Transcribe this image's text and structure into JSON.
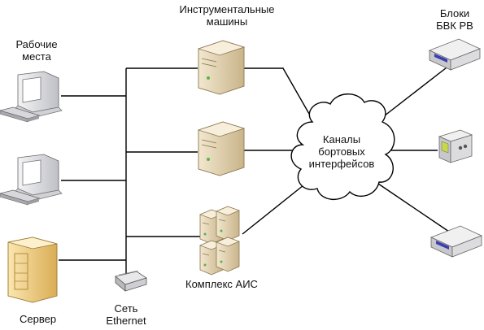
{
  "labels": {
    "workstations": "Рабочие\nместа",
    "instrument_machines": "Инструментальные\nмашины",
    "bvk_blocks": "Блоки\nБВК РВ",
    "channels": "Каналы\nбортовых\nинтерфейсов",
    "ais_complex": "Комплекс АИС",
    "server": "Сервер",
    "ethernet": "Сеть\nEthernet"
  },
  "icons": {
    "workstation": "desktop-computer-icon",
    "tower_server": "tower-server-icon",
    "server_rack": "server-rack-icon",
    "cloud": "cloud-icon",
    "switch": "network-switch-icon",
    "hardware_block": "hardware-block-icon"
  },
  "colors": {
    "computer_body": "#e6e6ea",
    "tower_body": "#e7d8b6",
    "server_body": "#f3d48d",
    "block_body": "#e4e4e4",
    "block_indicator": "#3a3fb0",
    "lines": "#000000"
  }
}
